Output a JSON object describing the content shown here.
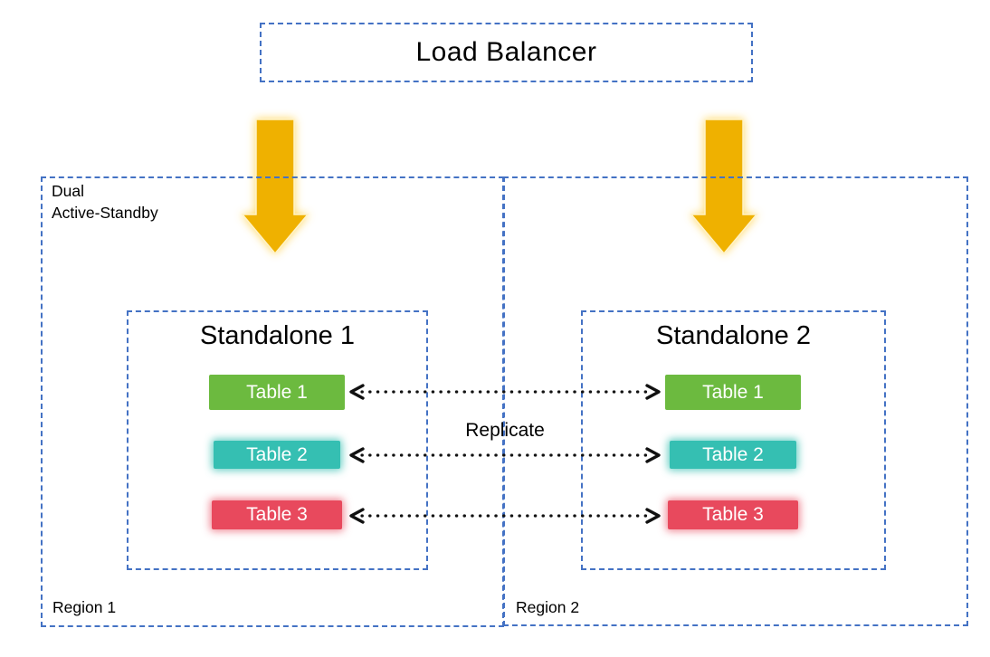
{
  "colors": {
    "border_blue": "#4472C4",
    "arrow_orange": "#EFB100",
    "table_green": "#6CBA3F",
    "table_teal": "#35BFB2",
    "table_red": "#E8495D"
  },
  "load_balancer": {
    "label": "Load Balancer"
  },
  "mode_label": {
    "line1": "Dual",
    "line2": "Active-Standby"
  },
  "replicate_label": "Replicate",
  "regions": [
    {
      "label": "Region 1",
      "standalone": {
        "title": "Standalone 1",
        "tables": [
          {
            "label": "Table 1",
            "color": "#6CBA3F"
          },
          {
            "label": "Table 2",
            "color": "#35BFB2"
          },
          {
            "label": "Table 3",
            "color": "#E8495D"
          }
        ]
      }
    },
    {
      "label": "Region 2",
      "standalone": {
        "title": "Standalone 2",
        "tables": [
          {
            "label": "Table 1",
            "color": "#6CBA3F"
          },
          {
            "label": "Table 2",
            "color": "#35BFB2"
          },
          {
            "label": "Table 3",
            "color": "#E8495D"
          }
        ]
      }
    }
  ]
}
